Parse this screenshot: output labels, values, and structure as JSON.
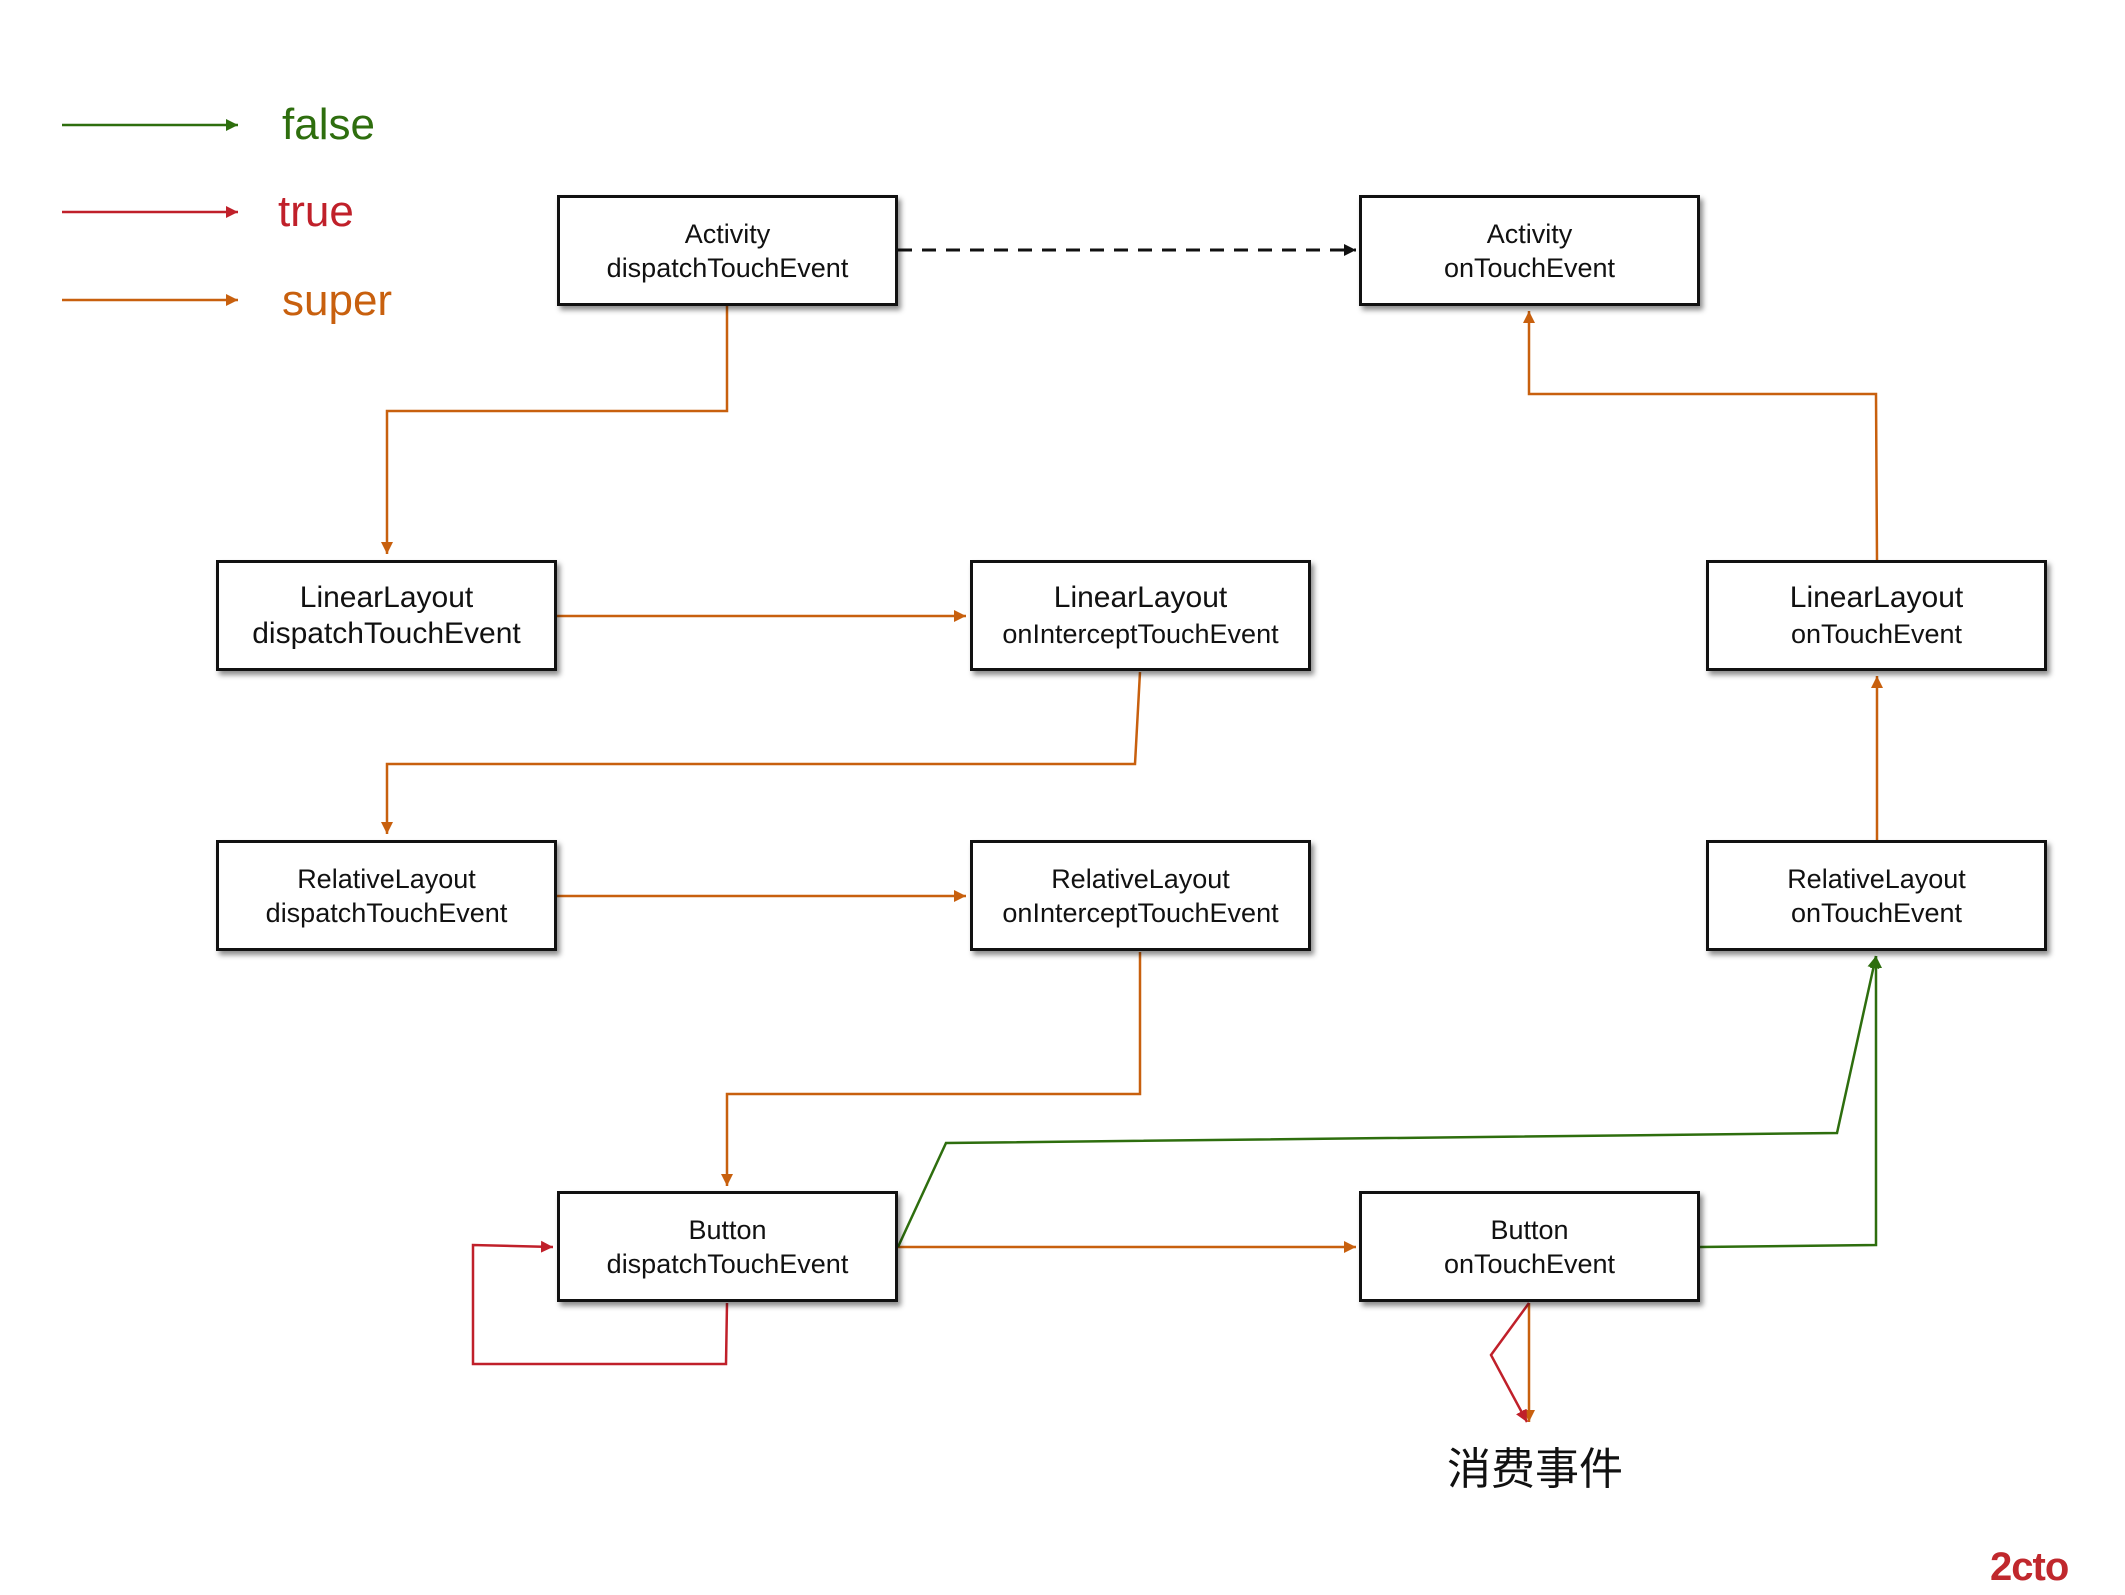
{
  "legend": {
    "false_label": "false",
    "true_label": "true",
    "super_label": "super"
  },
  "colors": {
    "false": "#2e6e0e",
    "true": "#c0202a",
    "super": "#c8600e",
    "dashed": "#111111"
  },
  "nodes": {
    "activity_dispatch": {
      "line1": "Activity",
      "line2": "dispatchTouchEvent"
    },
    "activity_ontouch": {
      "line1": "Activity",
      "line2": "onTouchEvent"
    },
    "linear_dispatch": {
      "line1": "LinearLayout",
      "line2": "dispatchTouchEvent"
    },
    "linear_intercept": {
      "line1": "LinearLayout",
      "line2": "onInterceptTouchEvent"
    },
    "linear_ontouch": {
      "line1": "LinearLayout",
      "line2": "onTouchEvent"
    },
    "relative_dispatch": {
      "line1": "RelativeLayout",
      "line2": "dispatchTouchEvent"
    },
    "relative_intercept": {
      "line1": "RelativeLayout",
      "line2": "onInterceptTouchEvent"
    },
    "relative_ontouch": {
      "line1": "RelativeLayout",
      "line2": "onTouchEvent"
    },
    "button_dispatch": {
      "line1": "Button",
      "line2": "dispatchTouchEvent"
    },
    "button_ontouch": {
      "line1": "Button",
      "line2": "onTouchEvent"
    }
  },
  "consume_label": "消费事件",
  "watermark": "2cto"
}
